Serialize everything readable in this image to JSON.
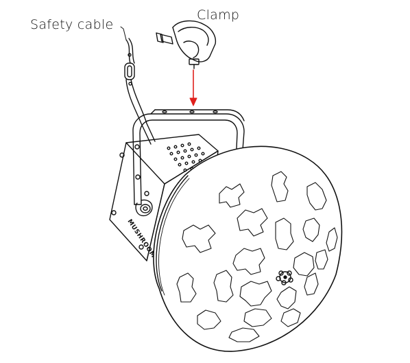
{
  "labels": {
    "safety_cable": "Safety cable",
    "clamp": "Clamp"
  },
  "fixture": {
    "brand_text": "MUSHROOM"
  },
  "colors": {
    "outline": "#111111",
    "arrow": "#e0201c",
    "background": "#ffffff"
  }
}
